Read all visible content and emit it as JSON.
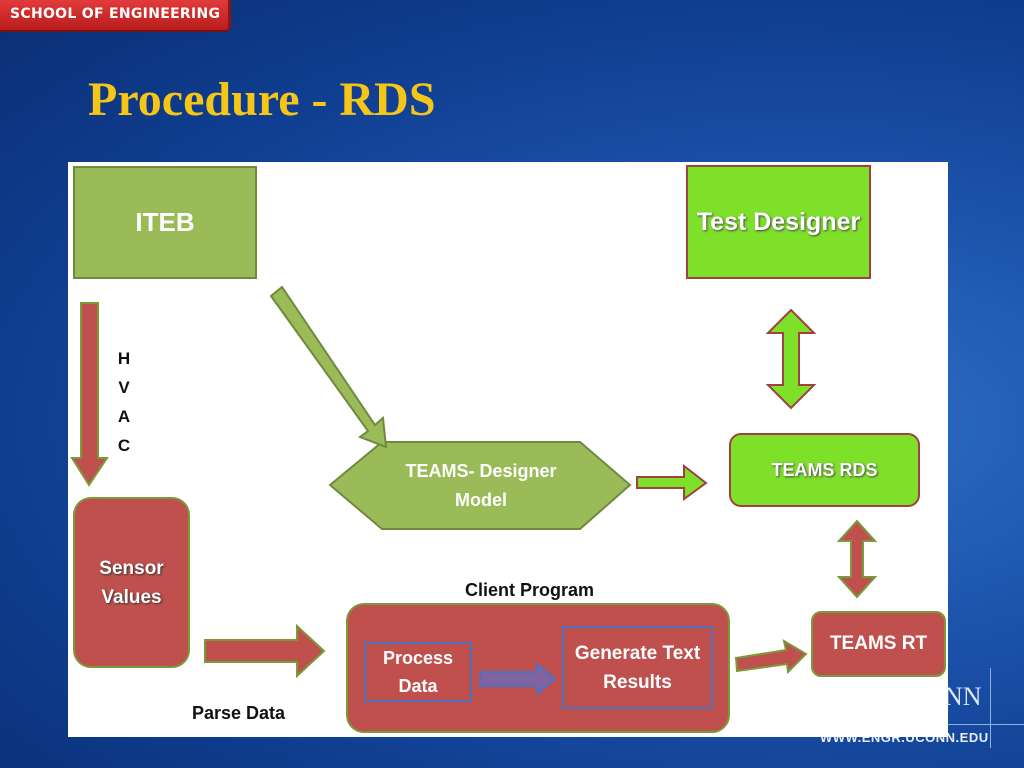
{
  "header": {
    "badge": "SCHOOL OF ENGINEERING",
    "title": "Procedure - RDS"
  },
  "diagram": {
    "iteb": "ITEB",
    "test_designer": "Test Designer",
    "teams_designer_model": "TEAMS- Designer Model",
    "teams_rds": "TEAMS RDS",
    "hvac_letters": [
      "H",
      "V",
      "A",
      "C"
    ],
    "sensor_values": "Sensor Values",
    "client_program": "Client Program",
    "process_data": "Process Data",
    "generate_text_results": "Generate Text Results",
    "teams_rt": "TEAMS RT",
    "parse_data": "Parse Data"
  },
  "footer": {
    "logo_fragment": "NN",
    "url": "WWW.ENGR.UCONN.EDU"
  },
  "colors": {
    "green_dark": "#9bbb59",
    "green_bright": "#7fe02a",
    "red": "#c0504d",
    "title": "#f5c518"
  }
}
